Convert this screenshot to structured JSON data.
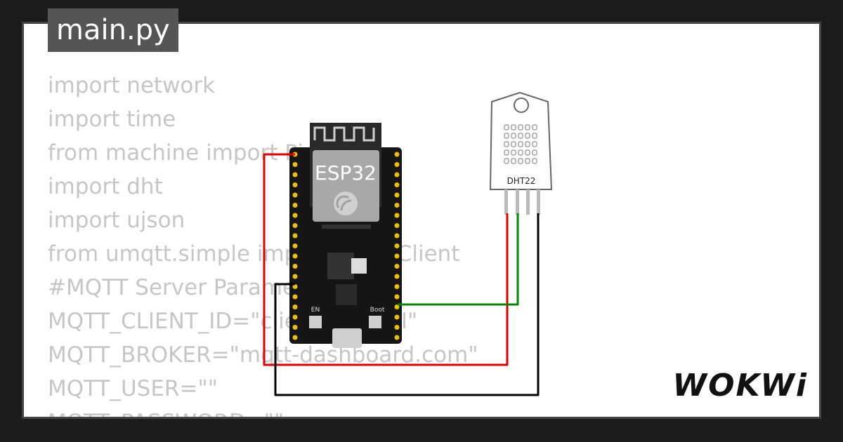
{
  "tab": {
    "filename": "main.py"
  },
  "code_lines": [
    "import network",
    "import time",
    "from machine import Pin",
    "import dht",
    "import ujson",
    "from umqtt.simple import MQTTClient",
    "#MQTT Server Parameters",
    "MQTT_CLIENT_ID=\"clientId-vqxSI\"",
    "MQTT_BROKER=\"mqtt-dashboard.com\"",
    "MQTT_USER=\"\"",
    "MQTT_PASSWORD=\"\""
  ],
  "board": {
    "label": "ESP32",
    "en_label": "EN",
    "boot_label": "Boot"
  },
  "sensor": {
    "label": "DHT22"
  },
  "brand": {
    "logo": "WOKWi"
  },
  "colors": {
    "wire_power": "#e00000",
    "wire_data": "#008800",
    "wire_ground": "#000000",
    "board": "#111111",
    "pin": "#f0c000"
  }
}
